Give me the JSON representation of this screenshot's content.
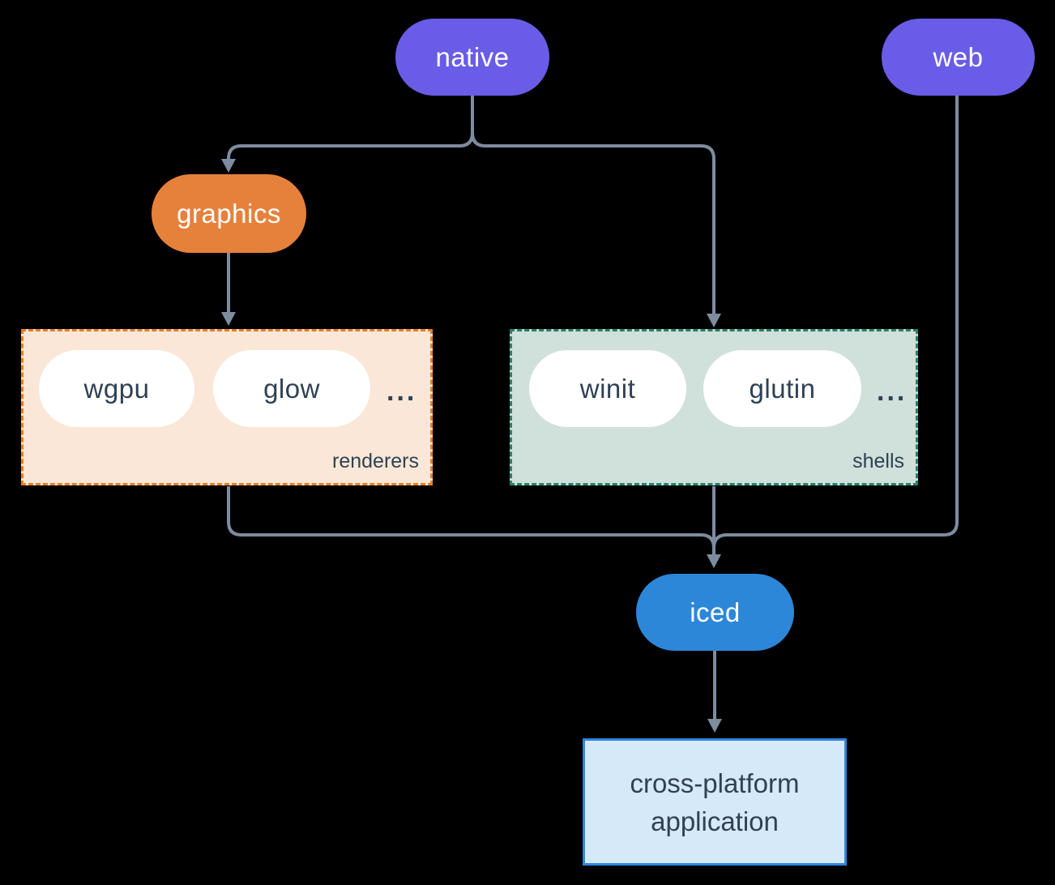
{
  "nodes": {
    "native": "native",
    "web": "web",
    "graphics": "graphics",
    "iced": "iced",
    "app_line1": "cross-platform",
    "app_line2": "application"
  },
  "groups": {
    "renderers": {
      "label": "renderers",
      "items": [
        "wgpu",
        "glow"
      ],
      "more": "..."
    },
    "shells": {
      "label": "shells",
      "items": [
        "winit",
        "glutin"
      ],
      "more": "..."
    }
  },
  "colors": {
    "node_purple": "#695ce7",
    "node_orange": "#e6813c",
    "node_blue": "#2d87d8",
    "renderers_bg": "#fae7d7",
    "renderers_border": "#e67e22",
    "shells_bg": "#d0e0da",
    "shells_border": "#27806f",
    "app_bg": "#d6e9f9",
    "app_border": "#2e86de",
    "edge": "#7e8ca0",
    "text_dark": "#2f4154",
    "text_light": "#ffffff",
    "background": "#000000"
  }
}
